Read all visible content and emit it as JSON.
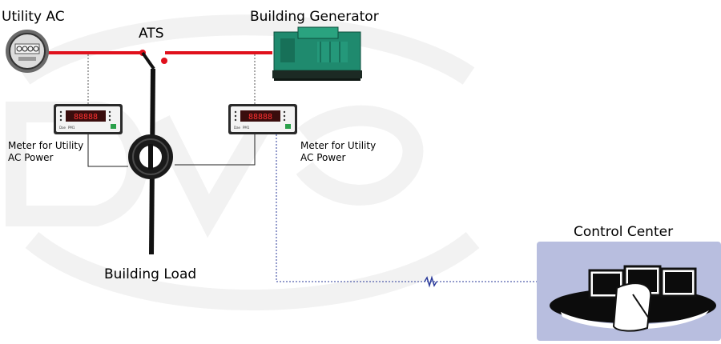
{
  "labels": {
    "utility_ac": "Utility AC",
    "ats": "ATS",
    "generator": "Building Generator",
    "meter_left": "Meter for Utility\nAC Power",
    "meter_right": "Meter for Utility\nAC Power",
    "building_load": "Building Load",
    "control_center": "Control Center"
  },
  "meter_display": {
    "brand": "Dae",
    "model": "PM1"
  },
  "colors": {
    "line_red": "#e0101c",
    "wire_black": "#111111",
    "signal_blue": "#2a3a9a",
    "control_bg": "#b8bedf",
    "generator_green": "#1f8a6e",
    "watermark": "#f1f1f1"
  }
}
